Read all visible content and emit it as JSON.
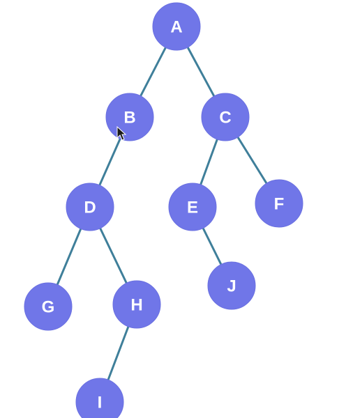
{
  "diagram": {
    "type": "binary-tree",
    "colors": {
      "node_fill": "#7076e8",
      "edge": "#3f7f9a",
      "label": "#ffffff",
      "background": "#ffffff"
    },
    "nodes": [
      {
        "id": "A",
        "label": "A"
      },
      {
        "id": "B",
        "label": "B"
      },
      {
        "id": "C",
        "label": "C"
      },
      {
        "id": "D",
        "label": "D"
      },
      {
        "id": "E",
        "label": "E"
      },
      {
        "id": "F",
        "label": "F"
      },
      {
        "id": "G",
        "label": "G"
      },
      {
        "id": "H",
        "label": "H"
      },
      {
        "id": "I",
        "label": "I"
      },
      {
        "id": "J",
        "label": "J"
      }
    ],
    "edges": [
      {
        "from": "A",
        "to": "B"
      },
      {
        "from": "A",
        "to": "C"
      },
      {
        "from": "B",
        "to": "D"
      },
      {
        "from": "C",
        "to": "E"
      },
      {
        "from": "C",
        "to": "F"
      },
      {
        "from": "D",
        "to": "G"
      },
      {
        "from": "D",
        "to": "H"
      },
      {
        "from": "H",
        "to": "I"
      },
      {
        "from": "E",
        "to": "J"
      }
    ]
  },
  "cursor": {
    "icon": "mouse-pointer-icon"
  }
}
